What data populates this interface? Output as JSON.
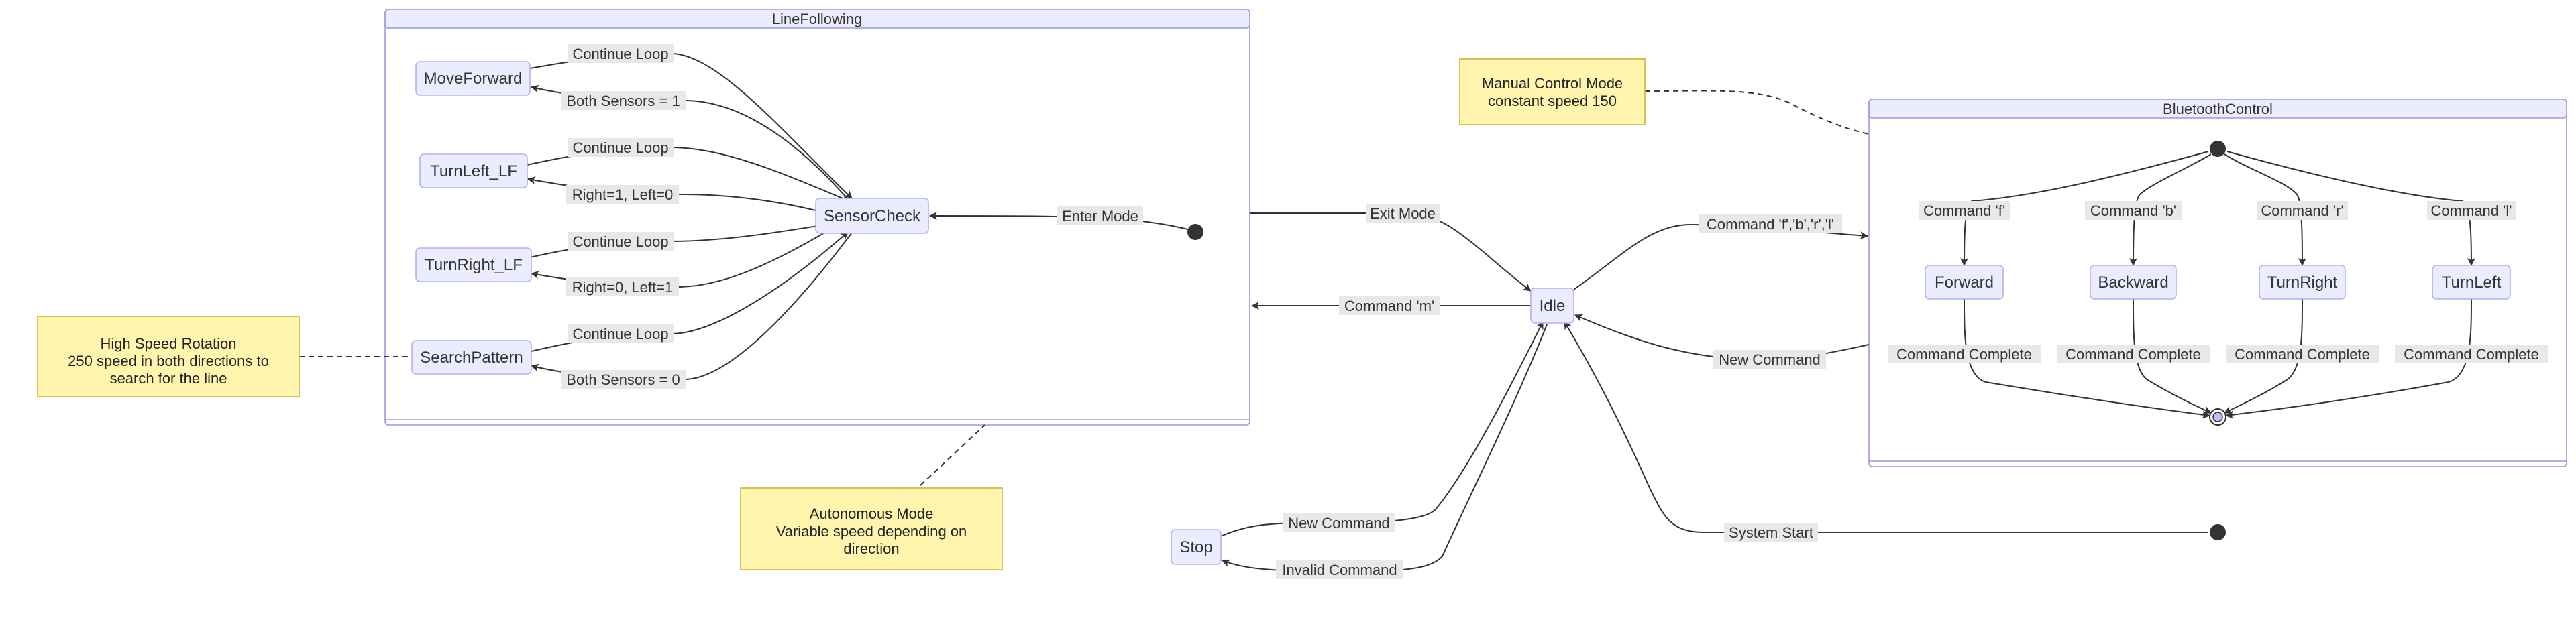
{
  "clusters": {
    "line_following": "LineFollowing",
    "bluetooth_control": "BluetoothControl"
  },
  "states": {
    "move_forward": "MoveForward",
    "turn_left_lf": "TurnLeft_LF",
    "turn_right_lf": "TurnRight_LF",
    "search_pattern": "SearchPattern",
    "sensor_check": "SensorCheck",
    "idle": "Idle",
    "stop": "Stop",
    "forward": "Forward",
    "backward": "Backward",
    "turn_right": "TurnRight",
    "turn_left": "TurnLeft"
  },
  "edge_labels": {
    "mf_continue": "Continue Loop",
    "mf_back": "Both Sensors = 1",
    "tl_continue": "Continue Loop",
    "tl_back": "Right=1, Left=0",
    "tr_continue": "Continue Loop",
    "tr_back": "Right=0, Left=1",
    "sp_continue": "Continue Loop",
    "sp_back": "Both Sensors = 0",
    "enter_mode": "Enter Mode",
    "exit_mode": "Exit Mode",
    "command_m": "Command 'm'",
    "command_fbrl": "Command 'f','b','r','l'",
    "new_command_bt": "New Command",
    "new_command_stop": "New Command",
    "invalid_command": "Invalid Command",
    "system_start": "System Start",
    "cmd_f": "Command 'f'",
    "cmd_b": "Command 'b'",
    "cmd_r": "Command 'r'",
    "cmd_l": "Command 'l'",
    "done_f": "Command Complete",
    "done_b": "Command Complete",
    "done_r": "Command Complete",
    "done_l": "Command Complete"
  },
  "notes": {
    "manual": [
      "Manual Control Mode",
      "constant speed 150"
    ],
    "rotation": [
      "High Speed Rotation",
      "250 speed in both directions to",
      "search for the line"
    ],
    "autonomous": [
      "Autonomous Mode",
      "Variable speed depending on",
      "direction"
    ]
  },
  "colors": {
    "state_fill": "#ececff",
    "state_stroke": "#b3b0ee",
    "note_fill": "#fff5ad",
    "note_stroke": "#c9b437",
    "edge": "#333333",
    "label_bg": "#e8e8e8"
  }
}
